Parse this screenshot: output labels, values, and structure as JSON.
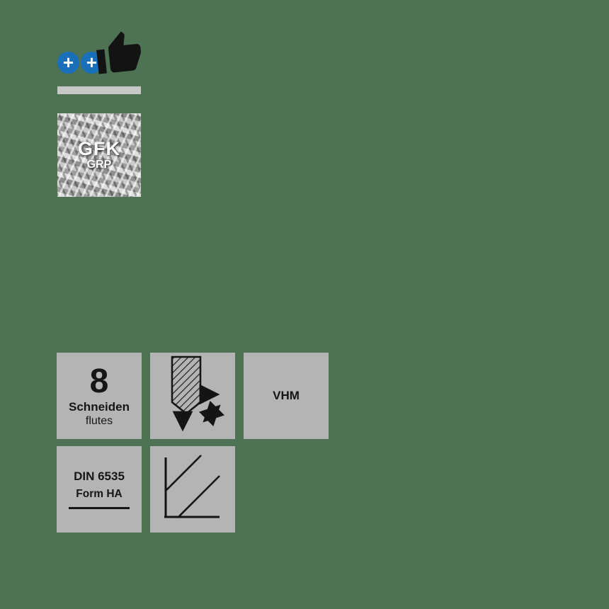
{
  "canvas": {
    "background_color": "#4d7254",
    "tile_gray": "#b4b4b4",
    "divider_gray": "#c8c8c8",
    "accent_blue": "#1a6fba",
    "ink": "#161616"
  },
  "quality_badge": {
    "icon": "thumbs-up-icon",
    "plus": "+",
    "plus_count": 2
  },
  "material_tile": {
    "main": "GFK",
    "sub": "GRP"
  },
  "tiles": {
    "flutes": {
      "number": "8",
      "label_de": "Schneiden",
      "label_en": "flutes"
    },
    "milling_directions": {
      "icon": "end-mill-with-direction-arrows-icon"
    },
    "carbide": {
      "label": "VHM"
    },
    "din": {
      "line1": "DIN 6535",
      "line2": "Form HA"
    },
    "shank_form": {
      "icon": "shank-angle-lines-icon"
    }
  }
}
